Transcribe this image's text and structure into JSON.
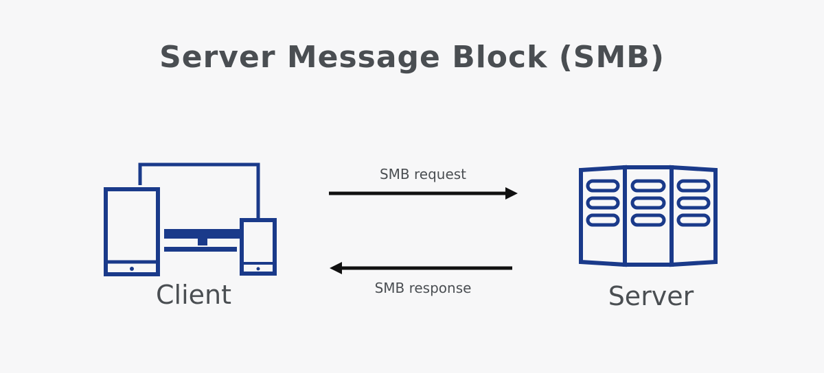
{
  "diagram": {
    "title": "Server Message Block (SMB)",
    "nodes": {
      "client": {
        "label": "Client",
        "icon": "client-devices-icon"
      },
      "server": {
        "label": "Server",
        "icon": "server-rack-icon"
      }
    },
    "edges": {
      "request": {
        "label": "SMB request",
        "direction": "client-to-server"
      },
      "response": {
        "label": "SMB response",
        "direction": "server-to-client"
      }
    },
    "colors": {
      "icon": "#1a3a8a",
      "arrow": "#111111",
      "text": "#4a4e52",
      "background": "#f7f7f8"
    }
  }
}
